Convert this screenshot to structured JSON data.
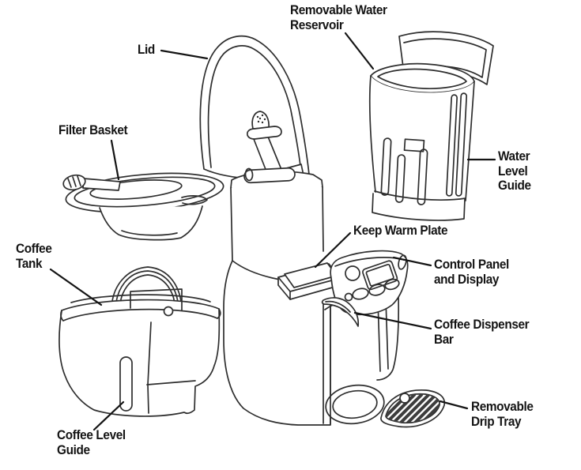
{
  "figure": {
    "type": "parts-diagram",
    "subject": "Single-serve coffee maker exploded parts diagram",
    "background": "#ffffff",
    "line_color": "#2e2e2e",
    "label_color": "#141414"
  },
  "labels": {
    "removable_water_reservoir": {
      "lines": [
        "Removable Water",
        "Reservoir"
      ]
    },
    "lid": {
      "lines": [
        "Lid"
      ]
    },
    "filter_basket": {
      "lines": [
        "Filter Basket"
      ]
    },
    "water_level_guide": {
      "lines": [
        "Water",
        "Level",
        "Guide"
      ]
    },
    "keep_warm_plate": {
      "lines": [
        "Keep Warm Plate"
      ]
    },
    "coffee_tank": {
      "lines": [
        "Coffee",
        "Tank"
      ]
    },
    "control_panel_and_display": {
      "lines": [
        "Control Panel",
        "and Display"
      ]
    },
    "coffee_dispenser_bar": {
      "lines": [
        "Coffee Dispenser",
        "Bar"
      ]
    },
    "coffee_level_guide": {
      "lines": [
        "Coffee Level",
        "Guide"
      ]
    },
    "removable_drip_tray": {
      "lines": [
        "Removable",
        "Drip Tray"
      ]
    }
  }
}
